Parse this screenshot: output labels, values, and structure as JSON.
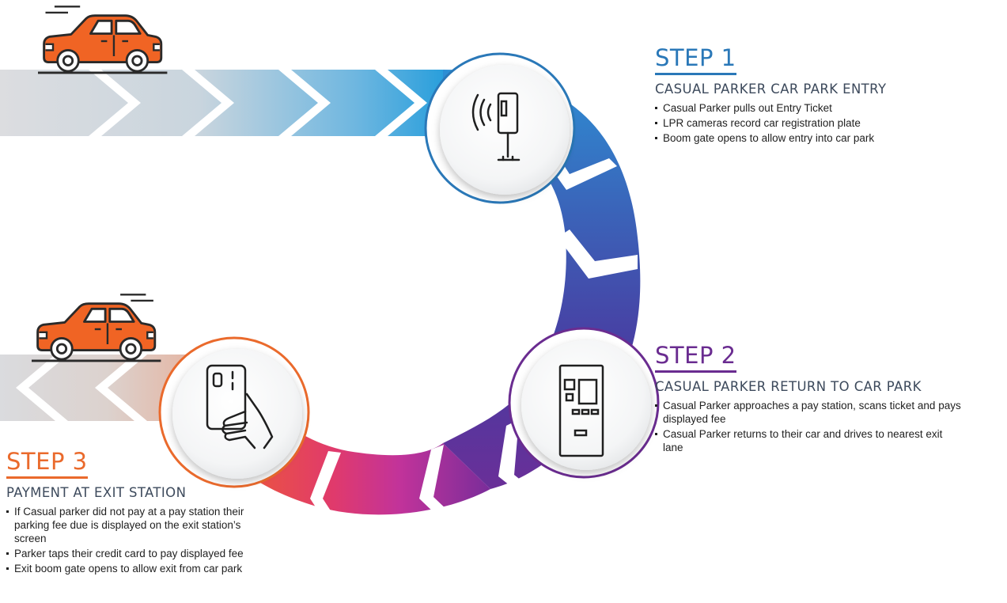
{
  "colors": {
    "step1": "#2a78b8",
    "step2": "#6a2c90",
    "step3": "#ea6a2c",
    "car": "#f06424",
    "chevron": "#d8dadd"
  },
  "icons": [
    "car-icon",
    "ticket-reader-icon",
    "pay-station-icon",
    "card-tap-icon"
  ],
  "steps": [
    {
      "title": "STEP 1",
      "subtitle": "CASUAL PARKER CAR PARK ENTRY",
      "bullets": [
        "Casual Parker pulls out Entry Ticket",
        "LPR cameras record car registration plate",
        "Boom gate opens to allow entry into car park"
      ]
    },
    {
      "title": "STEP 2",
      "subtitle": "CASUAL PARKER RETURN TO CAR PARK",
      "bullets": [
        "Casual Parker approaches a pay station, scans ticket and pays displayed fee",
        "Casual Parker returns to their car and drives to nearest exit lane"
      ]
    },
    {
      "title": "STEP 3",
      "subtitle": "PAYMENT AT EXIT STATION",
      "bullets": [
        "If Casual parker did not pay at a pay station their parking fee due is displayed on the exit station’s screen",
        "Parker taps their credit card to pay displayed fee",
        "Exit boom gate opens to allow exit from car park"
      ]
    }
  ]
}
